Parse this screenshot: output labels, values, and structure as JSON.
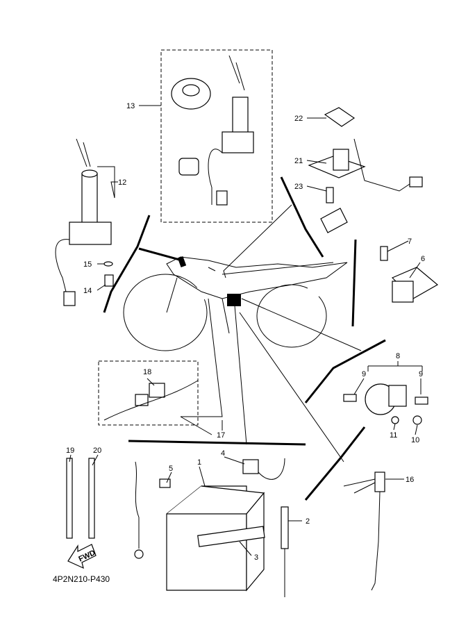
{
  "diagram": {
    "code": "4P2N210-P430",
    "fwd_label": "FWD",
    "callouts": [
      "1",
      "2",
      "3",
      "4",
      "5",
      "6",
      "7",
      "8",
      "9",
      "9",
      "10",
      "11",
      "12",
      "13",
      "14",
      "15",
      "16",
      "17",
      "18",
      "19",
      "20",
      "21",
      "22",
      "23"
    ]
  }
}
